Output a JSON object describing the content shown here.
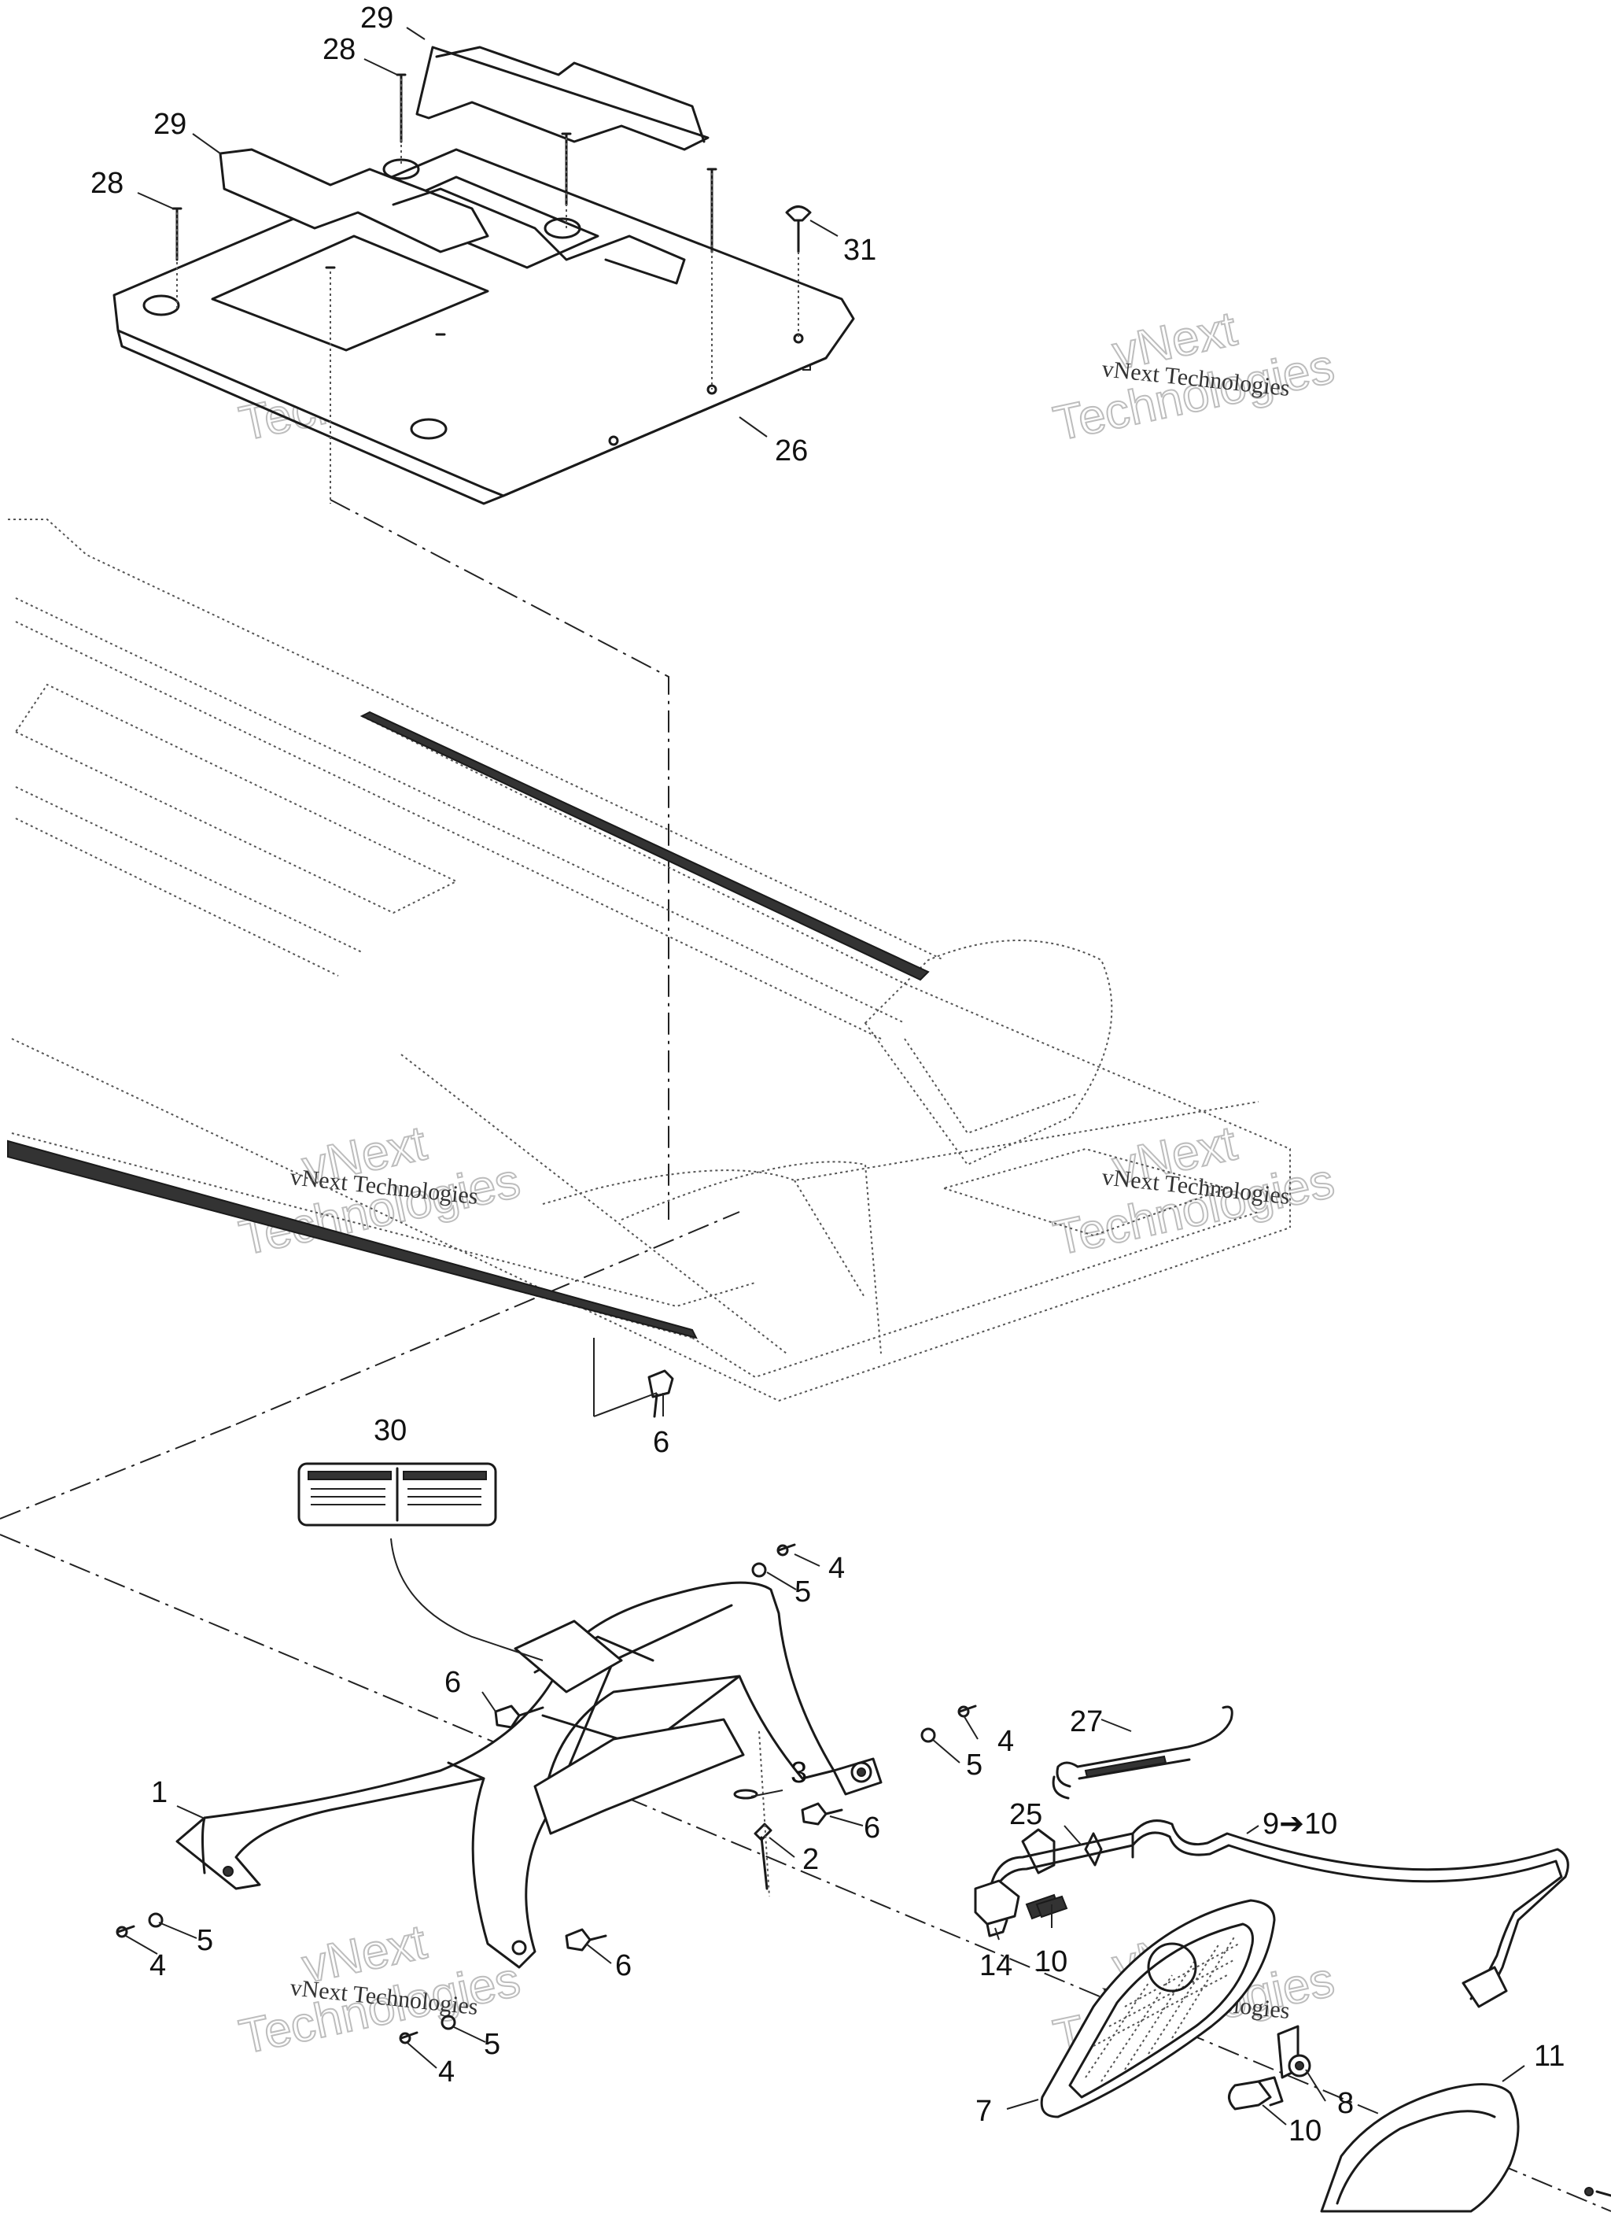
{
  "callouts": {
    "c29a": "29",
    "c28a": "28",
    "c29b": "29",
    "c28b": "28",
    "c31": "31",
    "c26": "26",
    "c6a": "6",
    "c30": "30",
    "c4a": "4",
    "c5a": "5",
    "c6b": "6",
    "c4b": "4",
    "c5b": "5",
    "c27": "27",
    "c3": "3",
    "c1": "1",
    "c6c": "6",
    "c2": "2",
    "c25": "25",
    "c9to10": "9➔10",
    "c5c": "5",
    "c4c": "4",
    "c14": "14",
    "c10a": "10",
    "c6d": "6",
    "c5d": "5",
    "c4d": "4",
    "c11": "11",
    "c8": "8",
    "c7": "7",
    "c10b": "10"
  },
  "watermark": {
    "line1": "vNext Technologies",
    "line2": "vNext",
    "line3": "Technologies"
  },
  "colors": {
    "ink": "#1a1a1a",
    "watermark_outline": "#bdbdbd",
    "background": "#ffffff"
  }
}
